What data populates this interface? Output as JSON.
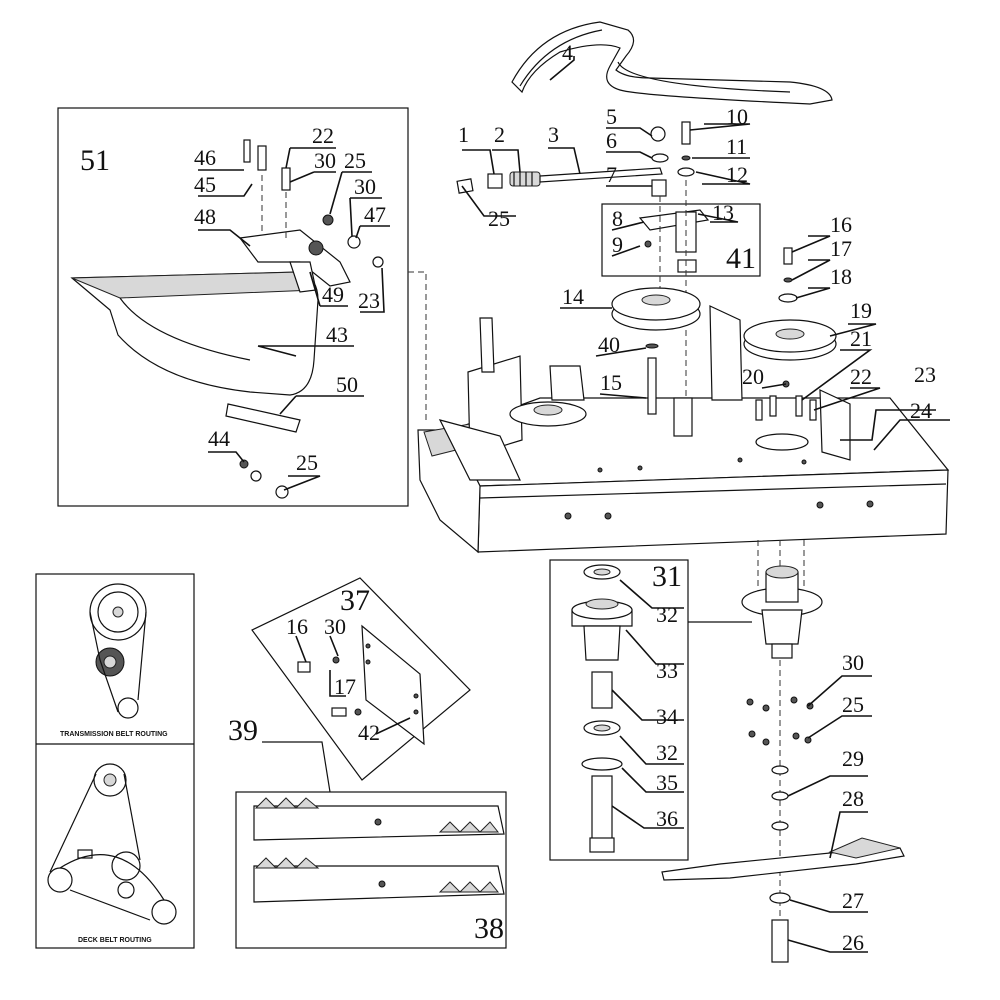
{
  "callouts": {
    "c1": "1",
    "c2": "2",
    "c3": "3",
    "c4": "4",
    "c5": "5",
    "c6": "6",
    "c7": "7",
    "c8": "8",
    "c9": "9",
    "c10": "10",
    "c11": "11",
    "c12": "12",
    "c13": "13",
    "c14": "14",
    "c15": "15",
    "c16": "16",
    "c17": "17",
    "c18": "18",
    "c19": "19",
    "c20": "20",
    "c21": "21",
    "c22": "22",
    "c23": "23",
    "c24": "24",
    "c25": "25",
    "c26": "26",
    "c27": "27",
    "c28": "28",
    "c29": "29",
    "c30": "30",
    "c31": "31",
    "c32": "32",
    "c33": "33",
    "c34": "34",
    "c35": "35",
    "c36": "36",
    "c37": "37",
    "c38": "38",
    "c39": "39",
    "c40": "40",
    "c41": "41",
    "c42": "42",
    "c43": "43",
    "c44": "44",
    "c45": "45",
    "c46": "46",
    "c47": "47",
    "c48": "48",
    "c49": "49",
    "c50": "50",
    "c51": "51"
  },
  "routing": {
    "transmission_caption": "TRANSMISSION BELT ROUTING",
    "deck_caption": "DECK BELT ROUTING"
  }
}
